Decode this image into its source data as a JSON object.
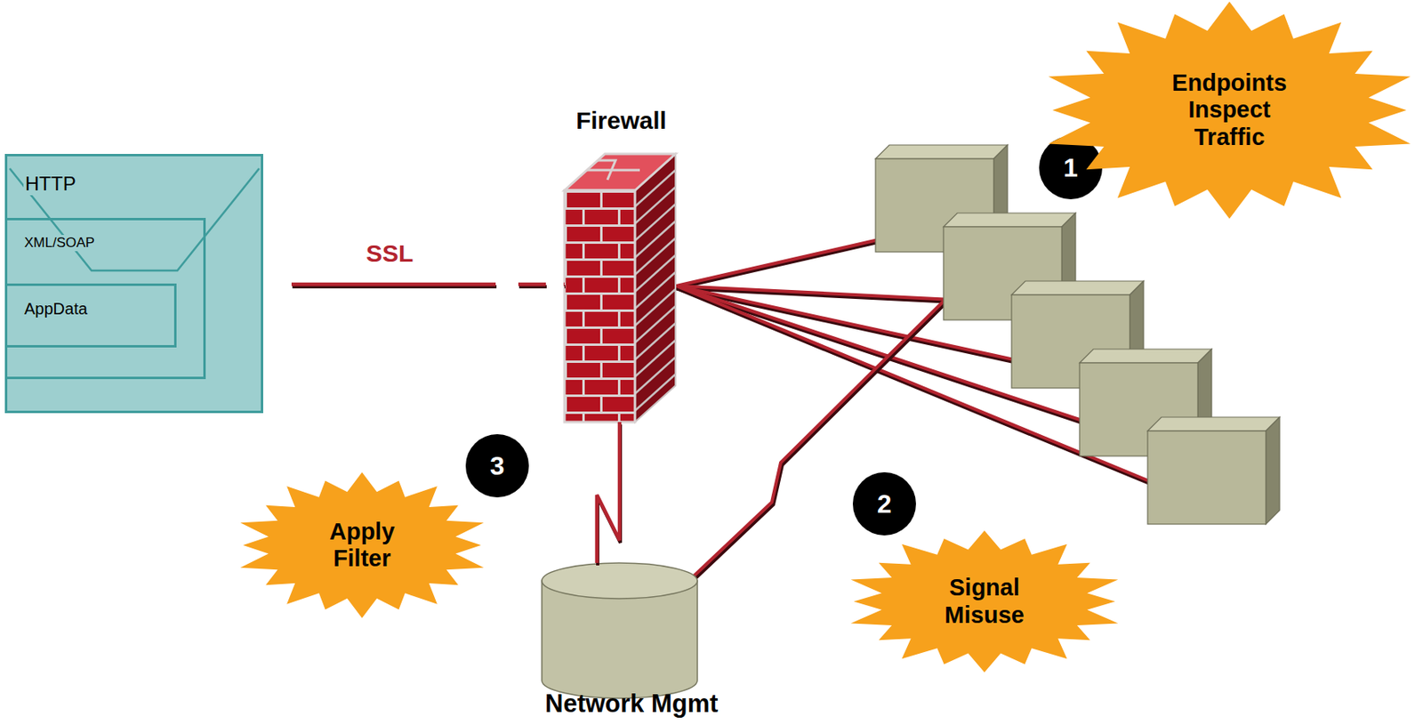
{
  "diagram": {
    "nodes": [
      {
        "text": [
          "HTTP"
        ]
      },
      {
        "text": [
          "XML/SOAP"
        ],
        "in": 0
      },
      {
        "text": [
          "AppData"
        ],
        "in": 1
      },
      {
        "text": [
          "Firewall"
        ]
      },
      {
        "text": [
          "Network Mgmt"
        ]
      },
      {
        "text": [
          "Endpoints Inspect Traffic"
        ]
      },
      {
        "text": [
          "Signal Misuse"
        ]
      },
      {
        "text": [
          "Apply Filter"
        ]
      }
    ],
    "edges": [
      {
        "from": 0,
        "to": 3,
        "label": "SSL",
        "arrow": "none"
      },
      {
        "from": 3,
        "to": 4,
        "arrow": "none"
      }
    ],
    "labels": [
      "1",
      "2",
      "3"
    ]
  }
}
